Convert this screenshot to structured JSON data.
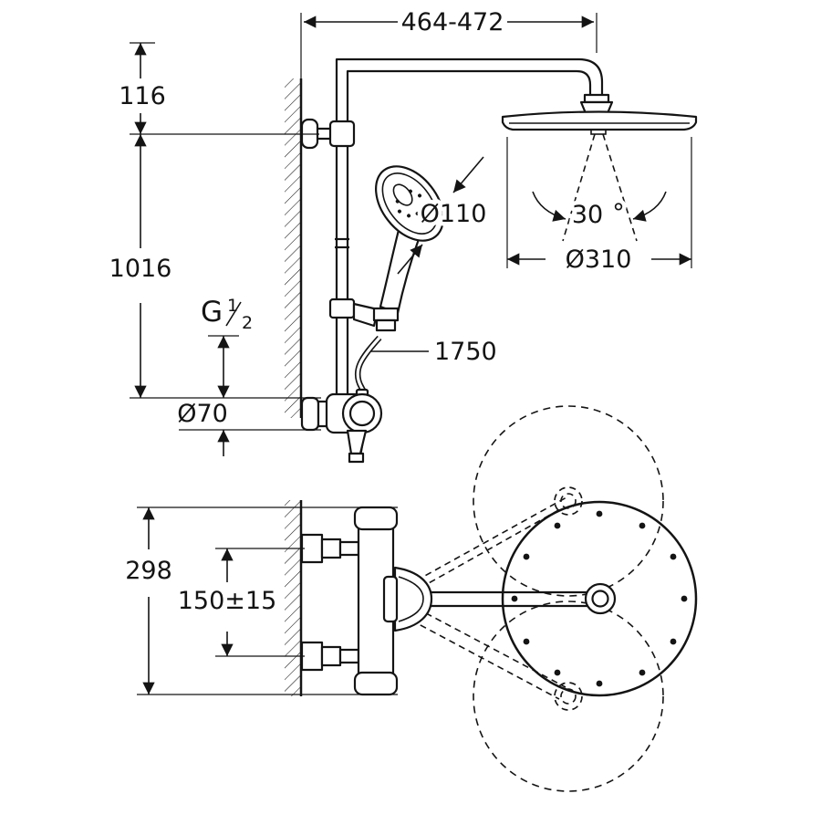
{
  "meta": {
    "background_color": "#ffffff",
    "line_color": "#141414",
    "view": "shower-system-dimensional-drawing"
  },
  "dimensions": {
    "top_width": "464-472",
    "top_offset": "116",
    "rail_height": "1016",
    "thread_letter": "G",
    "thread_numerator": "1",
    "thread_denominator": "2",
    "escutcheon_diameter": "Ø70",
    "hose_length": "1750",
    "hand_shower_diameter": "Ø110",
    "spray_angle_value": "30",
    "spray_angle_degree": "°",
    "head_shower_diameter": "Ø310",
    "plan_depth": "298",
    "supply_spacing": "150±15"
  }
}
